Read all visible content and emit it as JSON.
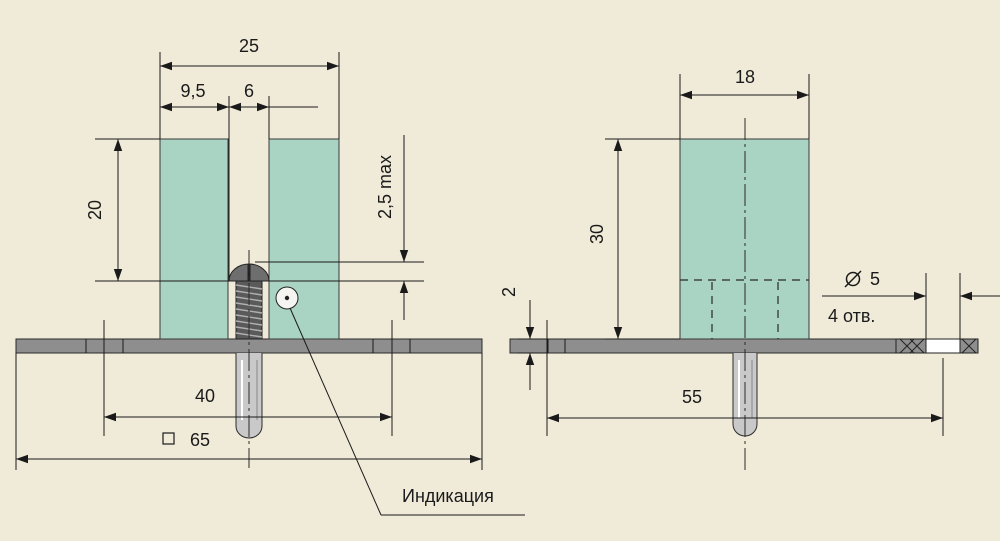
{
  "front_view": {
    "dim_total_width": "25",
    "dim_left_leg": "9,5",
    "dim_gap": "6",
    "dim_height": "20",
    "dim_depth_max": "2,5 max",
    "dim_mount_spacing": "40",
    "dim_square": "65",
    "indicator_label": "Индикация"
  },
  "side_view": {
    "dim_width": "18",
    "dim_height": "30",
    "dim_plate_thickness": "2",
    "dim_hole_diameter": "5",
    "dim_hole_count": "4 отв.",
    "dim_mount_spacing": "55"
  },
  "colors": {
    "background": "#f0ead8",
    "sensor_body": "#a9d3c2",
    "plate": "#8e8e8e",
    "line": "#1a1a1a"
  }
}
